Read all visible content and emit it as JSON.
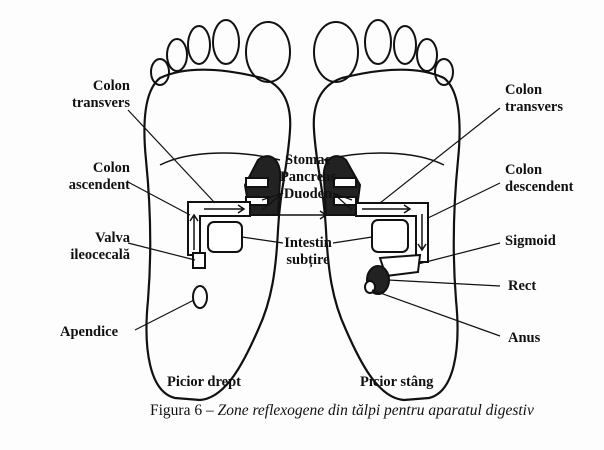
{
  "labels": {
    "left": {
      "colon_transvers": [
        "Colon",
        "transvers"
      ],
      "colon_ascendent": [
        "Colon",
        "ascendent"
      ],
      "valva": [
        "Valva",
        "ileocecală"
      ],
      "apendice": "Apendice"
    },
    "center": {
      "stomac": "Stomac",
      "pancreas": "Pancreas",
      "duoden": "Duoden",
      "intestin": [
        "Intestin",
        "subțire"
      ]
    },
    "right": {
      "colon_transvers": [
        "Colon",
        "transvers"
      ],
      "colon_descendent": [
        "Colon",
        "descendent"
      ],
      "sigmoid": "Sigmoid",
      "rect": "Rect",
      "anus": "Anus"
    }
  },
  "foot_titles": {
    "right_foot": "Picior drept",
    "left_foot": "Picior stâng"
  },
  "caption": {
    "prefix": "Figura 6 – ",
    "text": "Zone reflexogene din tălpi pentru aparatul digestiv"
  }
}
